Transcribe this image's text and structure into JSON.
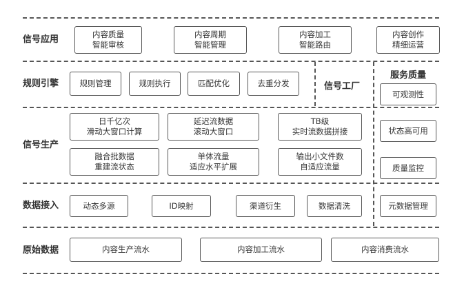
{
  "rows": {
    "application": {
      "label": "信号应用",
      "boxes": [
        {
          "line1": "内容质量",
          "line2": "智能审核"
        },
        {
          "line1": "内容周期",
          "line2": "智能管理"
        },
        {
          "line1": "内容加工",
          "line2": "智能路由"
        },
        {
          "line1": "内容创作",
          "line2": "精细运营"
        }
      ]
    },
    "rules": {
      "label": "规则引擎",
      "boxes": [
        {
          "line1": "规则管理"
        },
        {
          "line1": "规则执行"
        },
        {
          "line1": "匹配优化"
        },
        {
          "line1": "去重分发"
        }
      ],
      "factory_label": "信号工厂"
    },
    "production": {
      "label": "信号生产",
      "boxes": [
        {
          "line1": "日千亿次",
          "line2": "滑动大窗口计算"
        },
        {
          "line1": "延迟流数据",
          "line2": "滚动大窗口"
        },
        {
          "line1": "TB级",
          "line2": "实时流数据拼接"
        },
        {
          "line1": "融合批数据",
          "line2": "重建流状态"
        },
        {
          "line1": "单体流量",
          "line2": "适应水平扩展"
        },
        {
          "line1": "输出小文件数",
          "line2": "自适应流量"
        }
      ]
    },
    "ingestion": {
      "label": "数据接入",
      "boxes": [
        {
          "line1": "动态多源"
        },
        {
          "line1": "ID映射"
        },
        {
          "line1": "渠道衍生"
        },
        {
          "line1": "数据清洗"
        }
      ]
    },
    "raw": {
      "label": "原始数据",
      "boxes": [
        {
          "line1": "内容生产流水"
        },
        {
          "line1": "内容加工流水"
        },
        {
          "line1": "内容消费流水"
        }
      ]
    }
  },
  "service_quality": {
    "title": "服务质量",
    "boxes": [
      {
        "line1": "可观测性"
      },
      {
        "line1": "状态高可用"
      },
      {
        "line1": "质量监控"
      },
      {
        "line1": "元数据管理"
      }
    ]
  }
}
